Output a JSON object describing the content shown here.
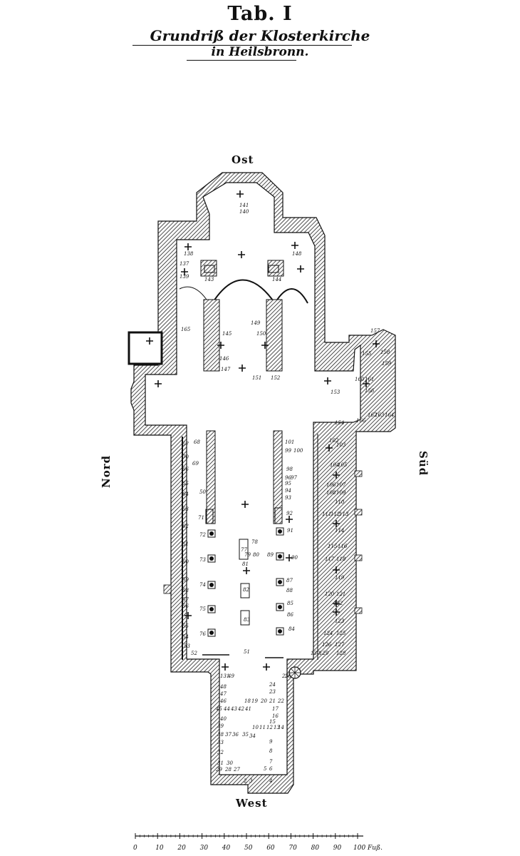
{
  "title": "Tab. I",
  "subtitle_line1": "Grundriß der Klosterkirche",
  "subtitle_line2": "in Heilsbronn.",
  "orientation": {
    "east": "Ost",
    "west": "West",
    "north": "Nord",
    "south": "Süd"
  },
  "scale": {
    "labels": [
      "0",
      "10",
      "20",
      "30",
      "40",
      "50",
      "60",
      "70",
      "80",
      "90"
    ],
    "end_label": "100 Fuß."
  },
  "annotations": [
    "141",
    "140",
    "138",
    "137",
    "139",
    "143",
    "144",
    "148",
    "145",
    "146",
    "147",
    "149",
    "150",
    "151",
    "152",
    "153",
    "154",
    "155",
    "156",
    "157",
    "158",
    "159",
    "160",
    "161",
    "162",
    "163",
    "164",
    "165",
    "166",
    "67",
    "68",
    "69",
    "70",
    "66",
    "65",
    "64",
    "63",
    "62",
    "61",
    "60",
    "59",
    "58",
    "57",
    "56",
    "55",
    "54",
    "53",
    "52",
    "51",
    "50",
    "71",
    "72",
    "73",
    "74",
    "75",
    "76",
    "77",
    "78",
    "79",
    "80",
    "81",
    "82",
    "83",
    "84",
    "85",
    "86",
    "87",
    "88",
    "89",
    "90",
    "91",
    "92",
    "93",
    "94",
    "95",
    "96",
    "97",
    "98",
    "99",
    "100",
    "101",
    "102",
    "103",
    "104",
    "105",
    "106",
    "107",
    "108",
    "109",
    "110",
    "111",
    "112",
    "113",
    "114",
    "115",
    "116",
    "117",
    "118",
    "119",
    "120",
    "121",
    "122",
    "123",
    "124",
    "125",
    "126",
    "127",
    "128",
    "129",
    "130",
    "131",
    "49",
    "48",
    "47",
    "46",
    "45",
    "44",
    "43",
    "42",
    "41",
    "40",
    "39",
    "38",
    "37",
    "36",
    "35",
    "34",
    "33",
    "32",
    "31",
    "30",
    "29",
    "28",
    "27",
    "26",
    "25",
    "24",
    "23",
    "22",
    "21",
    "20",
    "19",
    "18",
    "17",
    "16",
    "15",
    "14",
    "13",
    "12",
    "11",
    "10",
    "9",
    "8",
    "7",
    "6",
    "5",
    "4",
    "3",
    "2",
    "1"
  ]
}
